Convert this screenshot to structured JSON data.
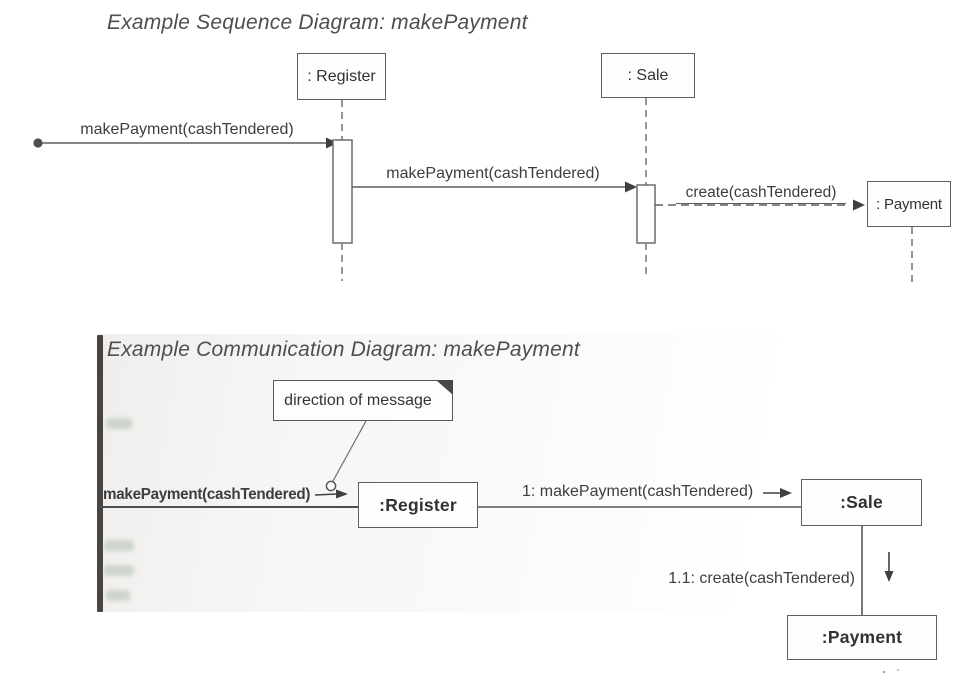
{
  "sequence_diagram": {
    "title": "Example Sequence Diagram: makePayment",
    "lifelines": [
      {
        "name": ": Register"
      },
      {
        "name": ": Sale"
      },
      {
        "name": ": Payment"
      }
    ],
    "messages": [
      {
        "label": "makePayment(cashTendered)",
        "kind": "found-message-solid-arrow"
      },
      {
        "label": "makePayment(cashTendered)",
        "kind": "synchronous-solid-arrow"
      },
      {
        "label": "create(cashTendered)",
        "kind": "dashed-create-arrow"
      }
    ]
  },
  "communication_diagram": {
    "title": "Example Communication Diagram: makePayment",
    "note": {
      "text": "direction of message"
    },
    "objects": [
      {
        "name": ":Register"
      },
      {
        "name": ":Sale"
      },
      {
        "name": ":Payment"
      }
    ],
    "messages": [
      {
        "label": "makePayment(cashTendered)",
        "kind": "found-message"
      },
      {
        "label": "1: makePayment(cashTendered)",
        "kind": "link-message-right"
      },
      {
        "label": "1.1: create(cashTendered)",
        "kind": "link-message-down"
      }
    ]
  },
  "colors": {
    "line": "#5d5f61",
    "arrow_fill": "#3f4042",
    "box_border": "#5d5f61",
    "label_text": "#3b3d40",
    "title_text": "#4c4f52",
    "note_fold": "#474747",
    "slide_edge": "#4a4441"
  }
}
